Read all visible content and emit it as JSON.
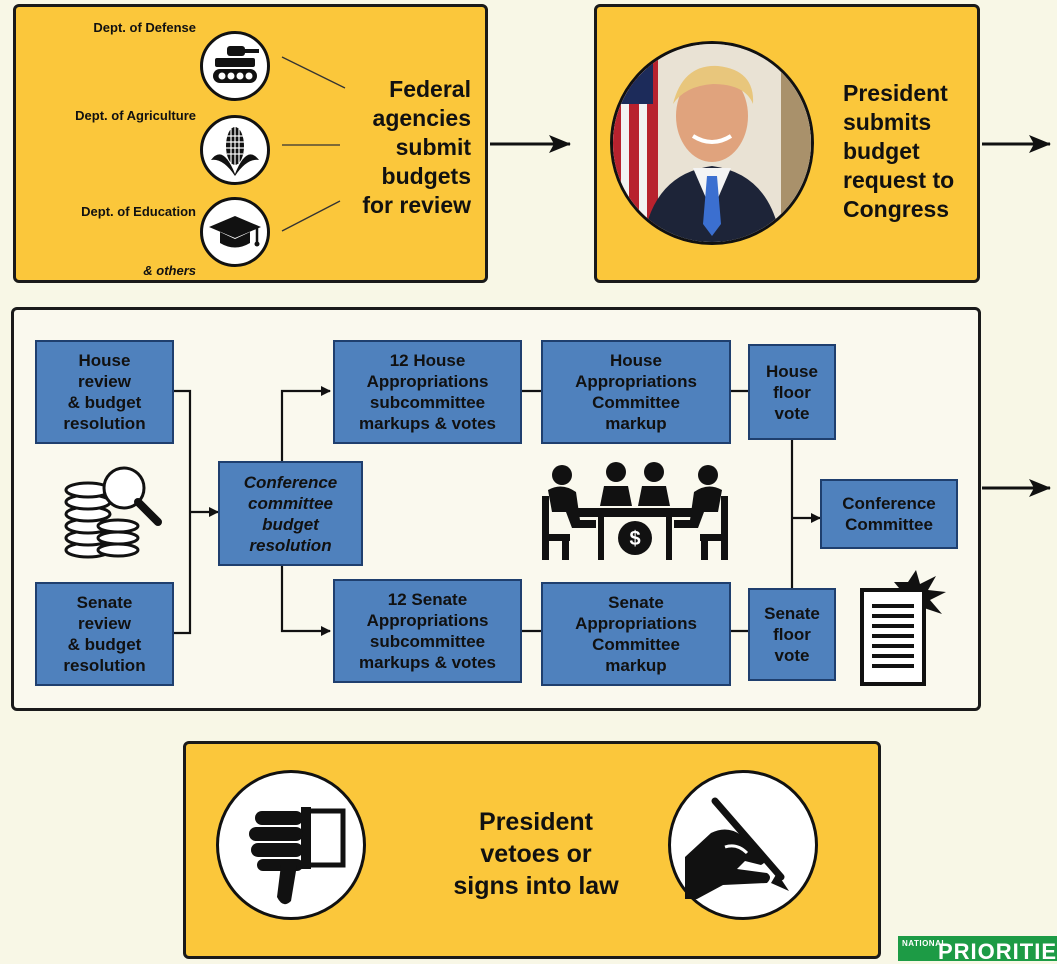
{
  "top_left": {
    "dept1": "Dept. of Defense",
    "dept2": "Dept. of Agriculture",
    "dept3": "Dept. of Education",
    "others": "& others",
    "lines": [
      "Federal",
      "agencies",
      "submit",
      "budgets",
      "for review"
    ]
  },
  "top_right": {
    "lines": [
      "President",
      "submits",
      "budget",
      "request to",
      "Congress"
    ]
  },
  "middle": {
    "house_review": [
      "House",
      "review",
      "& budget",
      "resolution"
    ],
    "senate_review": [
      "Senate",
      "review",
      "& budget",
      "resolution"
    ],
    "conference_resolution": [
      "Conference",
      "committee",
      "budget",
      "resolution"
    ],
    "house_subcommittee": [
      "12 House",
      "Appropriations",
      "subcommittee",
      "markups & votes"
    ],
    "senate_subcommittee": [
      "12 Senate",
      "Appropriations",
      "subcommittee",
      "markups & votes"
    ],
    "house_committee": [
      "House",
      "Appropriations",
      "Committee",
      "markup"
    ],
    "senate_committee": [
      "Senate",
      "Appropriations",
      "Committee",
      "markup"
    ],
    "house_floor": [
      "House",
      "floor",
      "vote"
    ],
    "senate_floor": [
      "Senate",
      "floor",
      "vote"
    ],
    "conference_committee": [
      "Conference",
      "Committee"
    ]
  },
  "bottom": {
    "lines": [
      "President",
      "vetoes or",
      "signs into law"
    ]
  },
  "logo": {
    "small": "NATIONAL",
    "big": "PRIORITIE"
  },
  "icons": [
    "tank-icon",
    "corn-icon",
    "graduation-cap-icon",
    "president-photo",
    "coins-magnifier-icon",
    "meeting-table-icon",
    "document-icon",
    "thumbs-down-icon",
    "signing-hand-icon"
  ],
  "colors": {
    "yellow": "#fbc73b",
    "blue": "#4f81bd",
    "background": "#f8f7e6",
    "logo_green": "#1d9b45"
  }
}
